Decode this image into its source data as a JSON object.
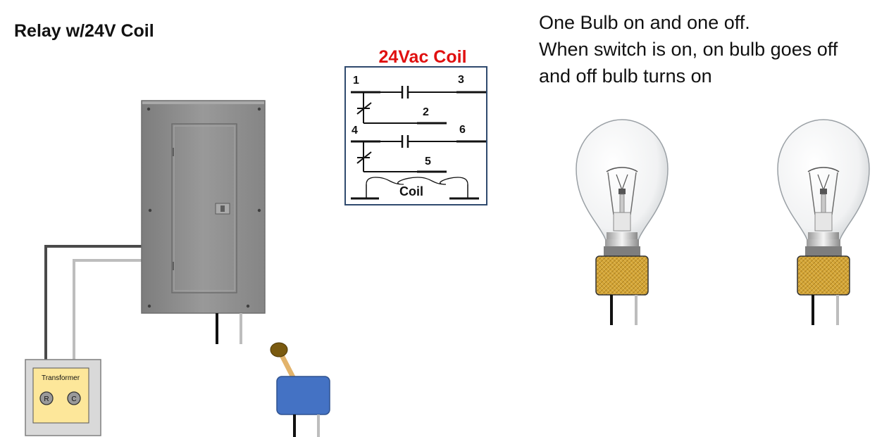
{
  "title": "Relay w/24V Coil",
  "description": {
    "lines": [
      "One Bulb on and one off.",
      "When switch is on, on bulb goes off",
      "and off bulb turns on"
    ]
  },
  "relay_diagram": {
    "title": "24Vac Coil",
    "terminals": [
      "1",
      "2",
      "3",
      "4",
      "5",
      "6"
    ],
    "coil_label": "Coil"
  },
  "transformer": {
    "label": "Transformer",
    "terminal_r": "R",
    "terminal_c": "C"
  },
  "colors": {
    "coil_title": "#e01010",
    "switch_body": "#4472c4",
    "bulb_base": "#d4a537",
    "transformer_face": "#fde79a",
    "panel": "#8c8c8c"
  }
}
